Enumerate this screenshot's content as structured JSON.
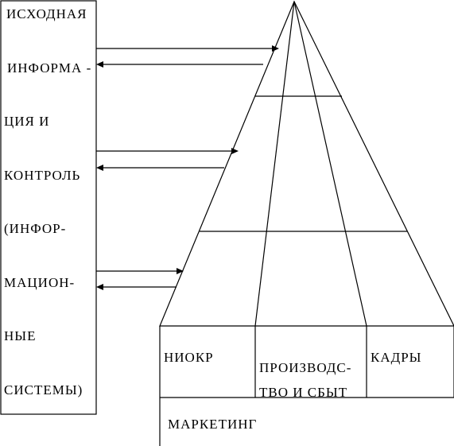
{
  "left_box": {
    "lines": [
      "ИСХОДНАЯ",
      "ИНФОРМА -",
      "ЦИЯ И",
      "КОНТРОЛЬ",
      "(ИНФОР-",
      "МАЦИОН-",
      "НЫЕ",
      "СИСТЕМЫ)"
    ]
  },
  "bottom_boxes": {
    "niokr": "НИОКР",
    "production_line1": "ПРОИЗВОДС-",
    "production_line2": "ТВО И СБЫТ",
    "personnel": "КАДРЫ",
    "marketing": "МАРКЕТИНГ"
  }
}
